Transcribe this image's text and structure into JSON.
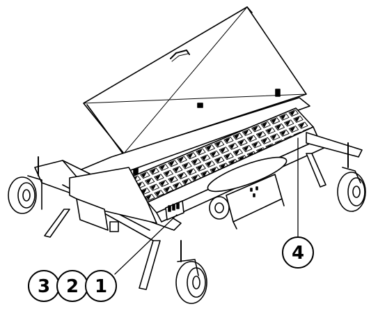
{
  "figure": {
    "callouts": [
      {
        "id": "callout-1",
        "label": "1"
      },
      {
        "id": "callout-2",
        "label": "2"
      },
      {
        "id": "callout-3",
        "label": "3"
      },
      {
        "id": "callout-4",
        "label": "4"
      }
    ]
  }
}
